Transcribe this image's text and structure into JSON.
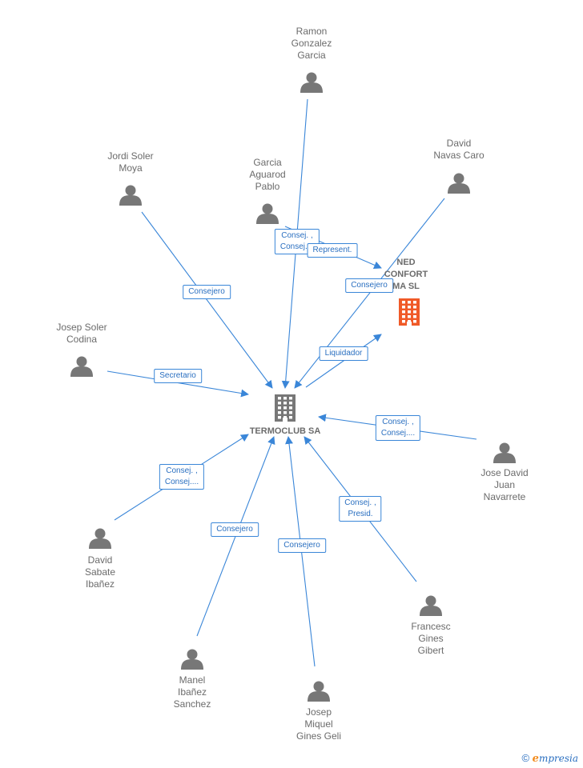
{
  "colors": {
    "edge": "#3a86d8",
    "person_icon": "#777777",
    "company_main": "#777777",
    "company_other": "#f05a28"
  },
  "companies": [
    {
      "id": "termoclub",
      "label": "TERMOCLUB SA",
      "icon": "building-icon",
      "color": "#777777"
    },
    {
      "id": "ned",
      "label": "NED\nCONFORT\nMA  SL",
      "icon": "building-icon",
      "color": "#f05a28"
    }
  ],
  "people": [
    {
      "id": "ramon",
      "label": "Ramon\nGonzalez\nGarcia",
      "icon": "person-icon"
    },
    {
      "id": "jordi",
      "label": "Jordi Soler\nMoya",
      "icon": "person-icon"
    },
    {
      "id": "garcia",
      "label": "Garcia\nAguarod\nPablo",
      "icon": "person-icon"
    },
    {
      "id": "david_navas",
      "label": "David\nNavas Caro",
      "icon": "person-icon"
    },
    {
      "id": "josep_soler",
      "label": "Josep Soler\nCodina",
      "icon": "person-icon"
    },
    {
      "id": "jose_david",
      "label": "Jose David\nJuan\nNavarrete",
      "icon": "person-icon"
    },
    {
      "id": "david_sabate",
      "label": "David\nSabate\nIbañez",
      "icon": "person-icon"
    },
    {
      "id": "francesc",
      "label": "Francesc\nGines\nGibert",
      "icon": "person-icon"
    },
    {
      "id": "manel",
      "label": "Manel\nIbañez\nSanchez",
      "icon": "person-icon"
    },
    {
      "id": "josep_miquel",
      "label": "Josep\nMiquel\nGines Geli",
      "icon": "person-icon"
    }
  ],
  "edges": [
    {
      "from": "ramon",
      "to": "termoclub",
      "label": "Consej. ,\nConsej...."
    },
    {
      "from": "jordi",
      "to": "termoclub",
      "label": "Consejero"
    },
    {
      "from": "garcia",
      "to": "ned",
      "label": "Represent."
    },
    {
      "from": "david_navas",
      "to": "termoclub",
      "label": "Consejero"
    },
    {
      "from": "termoclub",
      "to": "ned",
      "label": "Liquidador"
    },
    {
      "from": "josep_soler",
      "to": "termoclub",
      "label": "Secretario"
    },
    {
      "from": "jose_david",
      "to": "termoclub",
      "label": "Consej. ,\nConsej...."
    },
    {
      "from": "david_sabate",
      "to": "termoclub",
      "label": "Consej. ,\nConsej...."
    },
    {
      "from": "manel",
      "to": "termoclub",
      "label": "Consejero"
    },
    {
      "from": "josep_miquel",
      "to": "termoclub",
      "label": "Consejero"
    },
    {
      "from": "francesc",
      "to": "termoclub",
      "label": "Consej. ,\nPresid."
    }
  ],
  "footer": {
    "copyright_symbol": "©",
    "brand_initial": "e",
    "brand_rest": "mpresia"
  }
}
